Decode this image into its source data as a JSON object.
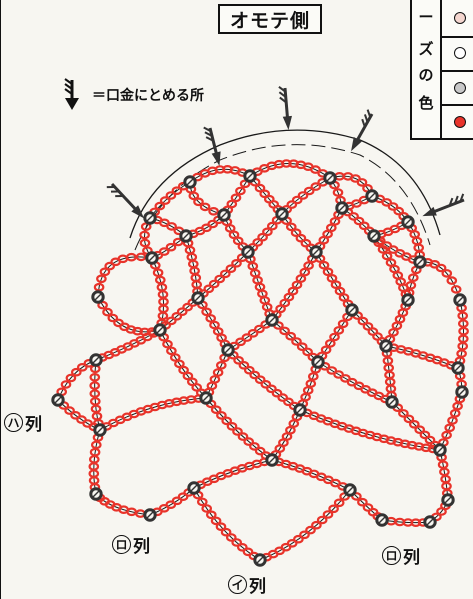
{
  "title": "オモテ側",
  "legend": {
    "header": "ーズの色",
    "swatches": [
      {
        "name": "pink",
        "color": "#f4d6cf"
      },
      {
        "name": "white",
        "color": "#ffffff"
      },
      {
        "name": "gray",
        "color": "#c8c8c8"
      },
      {
        "name": "red",
        "color": "#e8332a"
      }
    ]
  },
  "note": {
    "arrow_symbol": "＝",
    "text": "口金にとめる所"
  },
  "row_labels": [
    {
      "id": "ha",
      "char": "ハ",
      "suffix": "列"
    },
    {
      "id": "ro-left",
      "char": "ロ",
      "suffix": "列"
    },
    {
      "id": "i",
      "char": "イ",
      "suffix": "列"
    },
    {
      "id": "ro-right",
      "char": "ロ",
      "suffix": "列"
    }
  ],
  "colors": {
    "red_bead": "#e8332a",
    "dark_bead": "#333333",
    "line": "#1a1a1a"
  }
}
